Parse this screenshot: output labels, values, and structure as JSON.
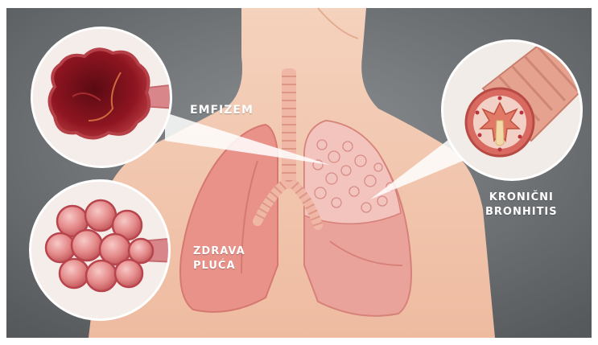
{
  "labels": {
    "emphysema": "EMFIZEM",
    "healthy_line1": "ZDRAVA",
    "healthy_line2": "PLUĆA",
    "bronchitis_line1": "KRONIČNI",
    "bronchitis_line2": "BRONHITIS"
  },
  "colors": {
    "background": "#6b6f72",
    "skin": "#f3c9b1",
    "lung": "#e88f88",
    "lung_dark": "#c9605f",
    "emphysema_tissue": "#8c1420",
    "airway": "#e5a28f",
    "label_text": "#ffffff"
  }
}
